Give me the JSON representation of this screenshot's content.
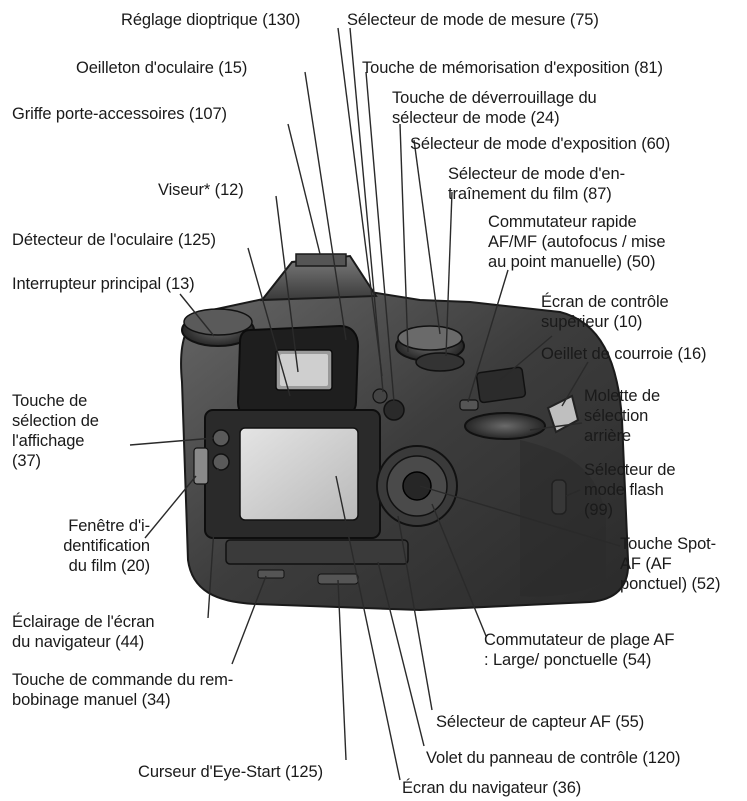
{
  "labels": {
    "reglage_dioptrique": "Réglage dioptrique (130)",
    "selecteur_mode_mesure": "Sélecteur de mode de mesure (75)",
    "oeilleton": "Oeilleton d'oculaire (15)",
    "touche_memorisation": "Touche de mémorisation d'exposition (81)",
    "touche_deverrouillage": [
      "Touche de déverrouillage du",
      "sélecteur de mode (24)"
    ],
    "griffe": "Griffe porte-accessoires (107)",
    "selecteur_mode_exposition": "Sélecteur de mode d'exposition (60)",
    "selecteur_entrainement": [
      "Sélecteur de mode d'en-",
      "traînement du film (87)"
    ],
    "viseur": "Viseur* (12)",
    "commutateur_af_mf": [
      "Commutateur rapide",
      "AF/MF (autofocus / mise",
      "au point manuelle) (50)"
    ],
    "detecteur_oculaire": "Détecteur de l'oculaire (125)",
    "interrupteur_principal": "Interrupteur principal (13)",
    "ecran_controle_superieur": [
      "Écran de contrôle",
      "supérieur (10)"
    ],
    "oeillet_courroie": "Oeillet de courroie (16)",
    "touche_affichage": [
      "Touche de",
      "sélection de",
      "l'affichage",
      "(37)"
    ],
    "molette_arriere": [
      "Molette de",
      "sélection",
      "arrière"
    ],
    "selecteur_flash": [
      "Sélecteur de",
      "mode flash",
      "(99)"
    ],
    "fenetre_identification": [
      "Fenêtre d'i-",
      "dentification",
      "du film (20)"
    ],
    "touche_spot_af": [
      "Touche Spot-",
      "AF (AF",
      "ponctuel) (52)"
    ],
    "eclairage_ecran": [
      "Éclairage de l'écran",
      "du navigateur (44)"
    ],
    "commutateur_plage_af": [
      "Commutateur de plage AF",
      ": Large/ ponctuelle (54)"
    ],
    "touche_rembobinage": [
      "Touche de commande du rem-",
      "bobinage manuel (34)"
    ],
    "selecteur_capteur_af": "Sélecteur de capteur AF (55)",
    "volet_panneau": "Volet du panneau de contrôle (120)",
    "curseur_eye_start": "Curseur d'Eye-Start (125)",
    "ecran_navigateur": "Écran du navigateur (36)"
  },
  "colors": {
    "text": "#1a1a1a",
    "leader_line": "#2a2a2a",
    "camera_body": "#3b3b3b",
    "camera_dark": "#1f1f1f",
    "lcd_screen": "#cfcfcf"
  }
}
